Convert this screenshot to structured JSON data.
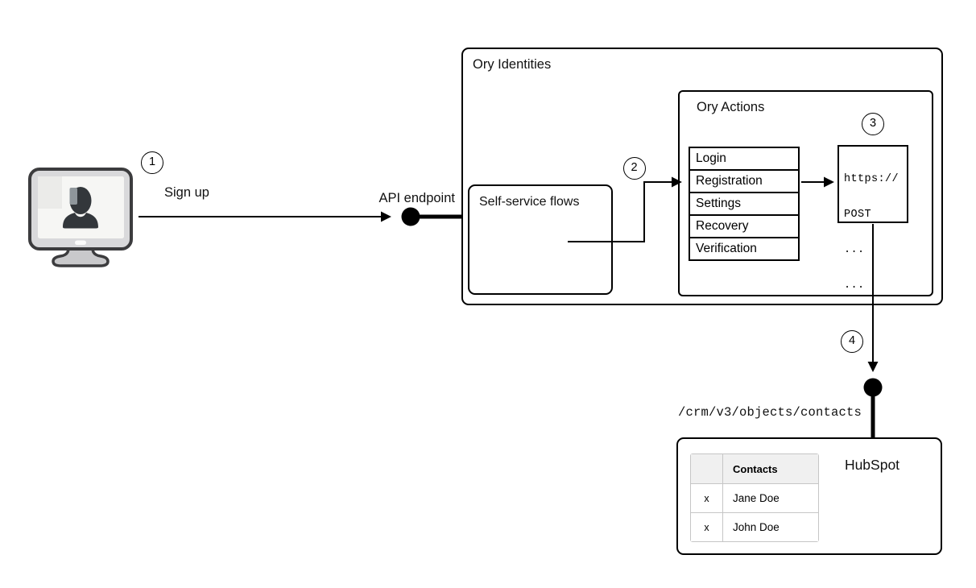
{
  "diagram": {
    "steps": {
      "one": "1",
      "two": "2",
      "three": "3",
      "four": "4"
    },
    "labels": {
      "sign_up": "Sign up",
      "api_endpoint": "API endpoint",
      "crm_path": "/crm/v3/objects/contacts"
    },
    "ory_identities": {
      "title": "Ory Identities"
    },
    "self_service_flows": {
      "title": "Self-service flows"
    },
    "ory_actions": {
      "title": "Ory Actions",
      "flows": [
        "Login",
        "Registration",
        "Settings",
        "Recovery",
        "Verification"
      ]
    },
    "webhook": {
      "lines": [
        "https://",
        "POST",
        "...",
        "..."
      ]
    },
    "hubspot": {
      "title": "HubSpot",
      "contacts_table": {
        "header": "Contacts",
        "rows": [
          {
            "mark": "x",
            "name": "Jane Doe"
          },
          {
            "mark": "x",
            "name": "John Doe"
          }
        ]
      }
    },
    "icons": {
      "terminal": "user-terminal-icon"
    },
    "colors": {
      "stroke": "#000000",
      "monitor_body": "#d9d9db",
      "monitor_screen": "#f6f6f4",
      "monitor_outline": "#3c3c3e",
      "silhouette": "#33373b",
      "stand_fill": "#c9c9cb",
      "table_border": "#c6c6c6",
      "table_header_bg": "#f0f0f0"
    }
  }
}
